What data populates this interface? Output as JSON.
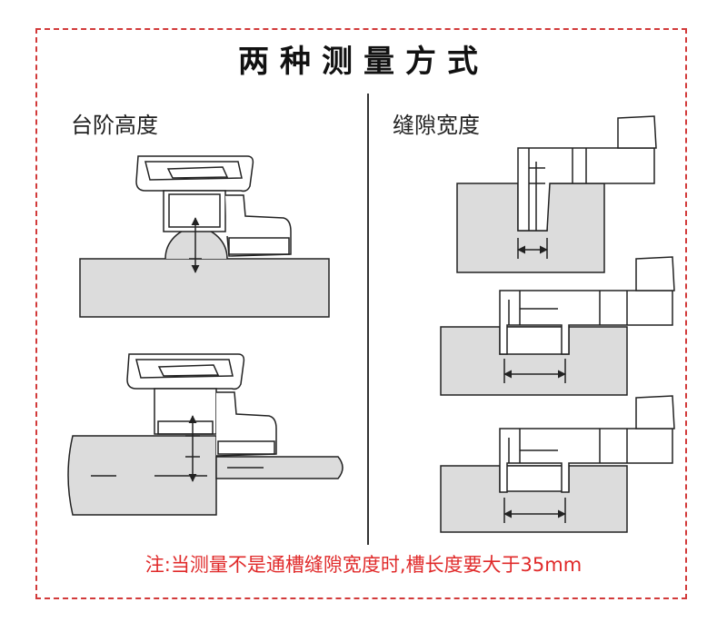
{
  "title": "两种测量方式",
  "sections": [
    {
      "label": "台阶高度"
    },
    {
      "label": "缝隙宽度"
    }
  ],
  "note": "注:当测量不是通槽缝隙宽度时,槽长度要大于35mm",
  "colors": {
    "frame": "#d23a3a",
    "note": "#e02a2a",
    "part_fill": "#dcdcdc",
    "line": "#222222"
  }
}
